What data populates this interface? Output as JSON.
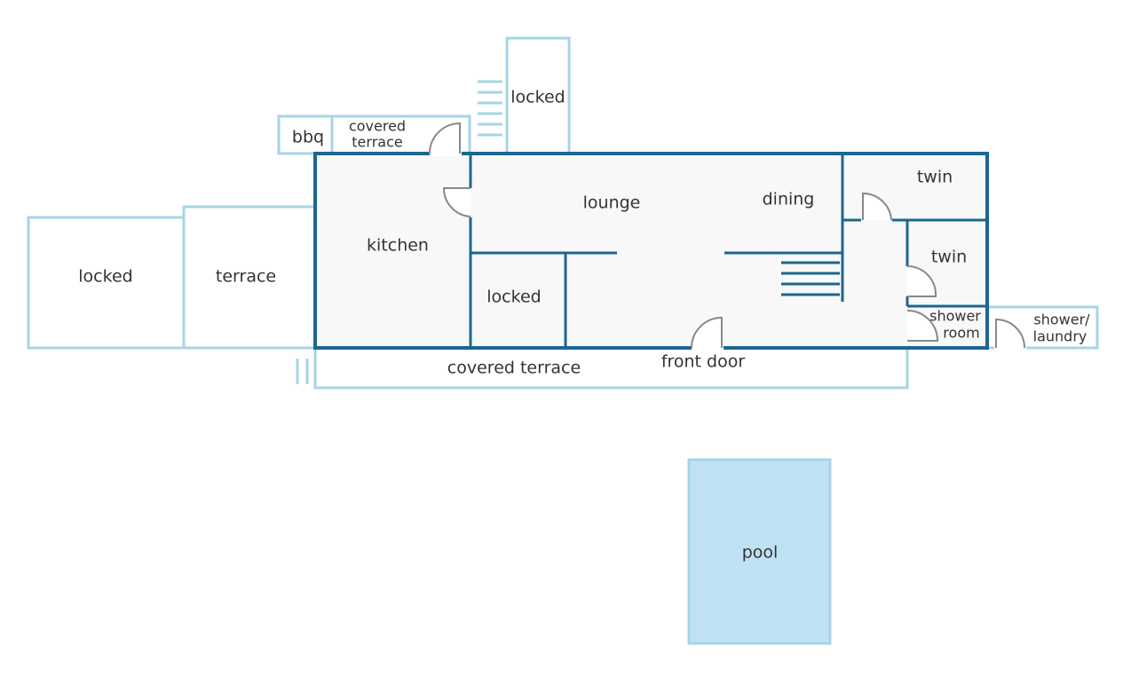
{
  "colors": {
    "outer_wall": "#1c6690",
    "light_wall": "#a7d4e6",
    "interior_fill": "#f8f8f8",
    "door": "#888888",
    "pool_fill": "#bfe2f3",
    "label": "#333333"
  },
  "rooms": {
    "locked_top": "locked",
    "bbq": "bbq",
    "covered_terrace_top_line1": "covered",
    "covered_terrace_top_line2": "terrace",
    "kitchen": "kitchen",
    "lounge": "lounge",
    "dining": "dining",
    "twin_1": "twin",
    "twin_2": "twin",
    "shower_room_line1": "shower",
    "shower_room_line2": "room",
    "shower_laundry_line1": "shower/",
    "shower_laundry_line2": "laundry",
    "locked_left": "locked",
    "terrace": "terrace",
    "locked_center": "locked",
    "covered_terrace_bottom": "covered terrace",
    "front_door": "front door",
    "pool": "pool"
  }
}
